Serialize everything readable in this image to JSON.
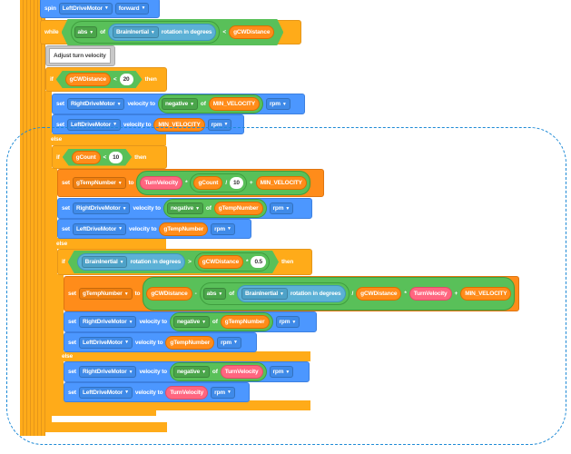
{
  "labels": {
    "set": "set",
    "velocity_to": "velocity to",
    "rpm": "rpm",
    "of": "of",
    "negative": "negative",
    "if": "if",
    "then": "then",
    "else": "else",
    "to": "to",
    "while": "while",
    "spin": "spin",
    "abs": "abs"
  },
  "motors": {
    "right": "RightDriveMotor",
    "left": "LeftDriveMotor"
  },
  "spin": {
    "motor": "LeftDriveMotor",
    "direction": "forward"
  },
  "while_cond": {
    "sensor": "BrainInertial",
    "property": "rotation in degrees",
    "op": "<",
    "var": "gCWDistance"
  },
  "comment": "Adjust turn velocity",
  "if1": {
    "var": "gCWDistance",
    "op": "<",
    "num": "20"
  },
  "if1_body": {
    "value": "MIN_VELOCITY"
  },
  "if2": {
    "var": "gCount",
    "op": "<",
    "num": "10"
  },
  "if2_set": {
    "var": "gTempNumber",
    "a": "TurnVelocity",
    "mul": "*",
    "b": "gCount",
    "div": "/",
    "c": "10",
    "add": "+",
    "d": "MIN_VELOCITY"
  },
  "if2_body": {
    "value": "gTempNumber"
  },
  "if3": {
    "sensor": "BrainInertial",
    "property": "rotation in degrees",
    "op": ">",
    "var": "gCWDistance",
    "mul": "*",
    "num": "0.5"
  },
  "if3_set": {
    "var": "gTempNumber",
    "a": "gCWDistance",
    "sub": "-",
    "sensor": "BrainInertial",
    "property": "rotation in degrees",
    "div": "/",
    "b": "gCWDistance",
    "mul": "*",
    "c": "TurnVelocity",
    "add": "+",
    "d": "MIN_VELOCITY"
  },
  "if3_body": {
    "value": "gTempNumber"
  },
  "else3_body": {
    "value": "TurnVelocity"
  },
  "colors": {
    "control": "#FFAB19",
    "motion": "#4C97FF",
    "variable": "#FF8C1A",
    "operator": "#59C059",
    "sensing": "#5CB1D6",
    "myblock": "#FF6680",
    "selection": "#1e8ad6"
  }
}
